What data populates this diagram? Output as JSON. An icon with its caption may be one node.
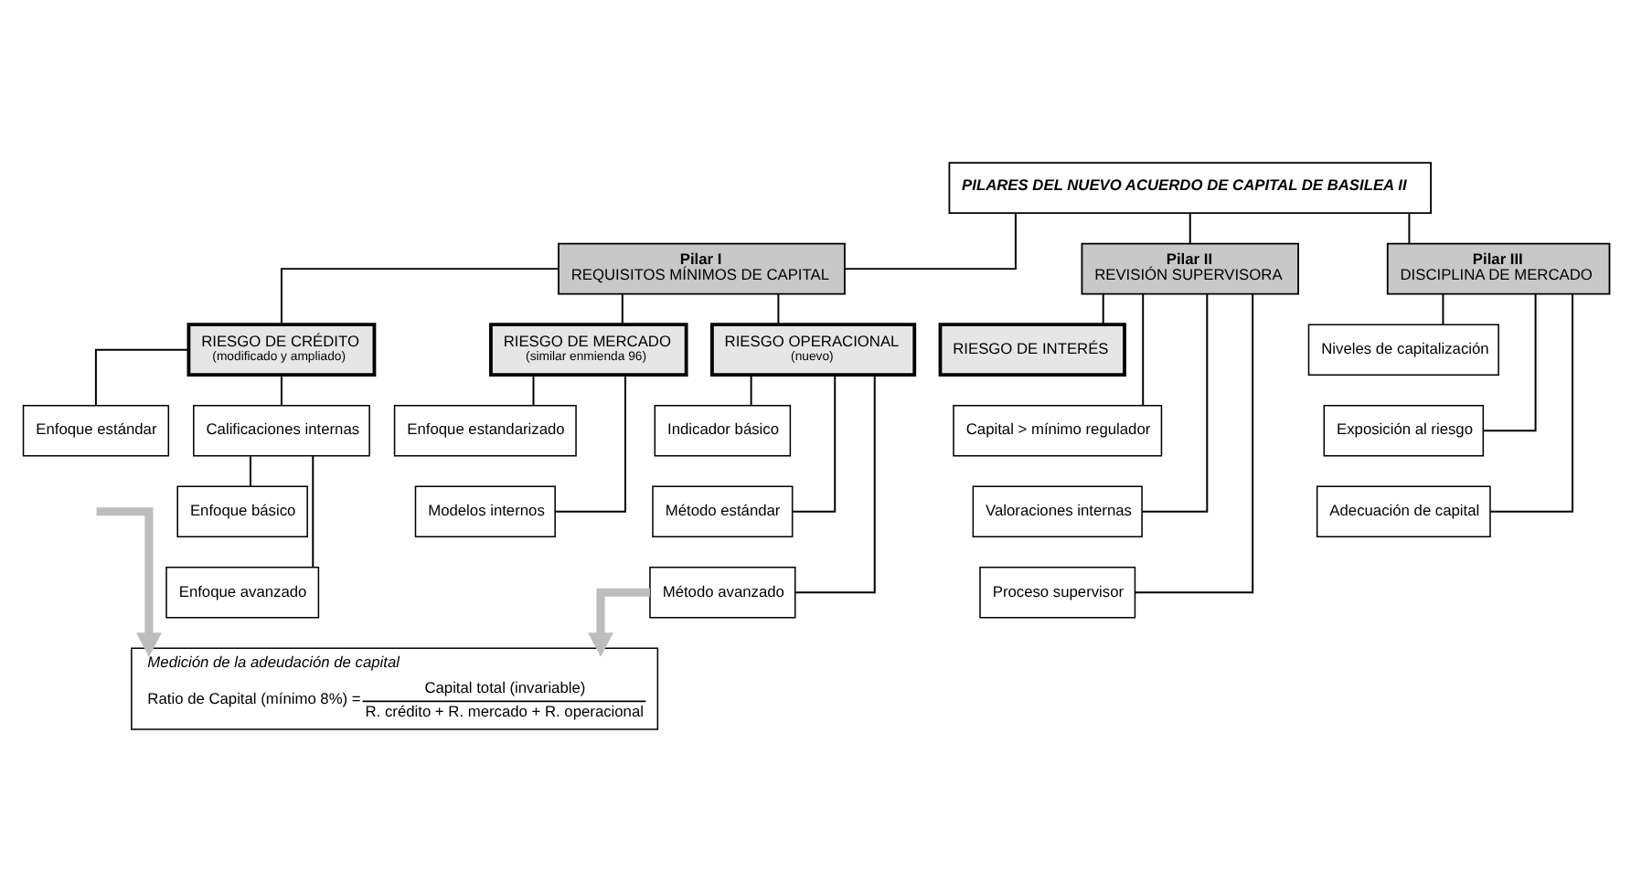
{
  "diagram": {
    "nodes": [
      {
        "text": [
          "PILARES DEL NUEVO ACUERDO DE CAPITAL DE BASILEA II"
        ]
      },
      {
        "text": [
          "Pilar I",
          "REQUISITOS MÍNIMOS DE CAPITAL"
        ]
      },
      {
        "text": [
          "Pilar II",
          "REVISIÓN SUPERVISORA"
        ]
      },
      {
        "text": [
          "Pilar III",
          "DISCIPLINA DE MERCADO"
        ]
      },
      {
        "text": [
          "RIESGO DE CRÉDITO",
          "(modificado y ampliado)"
        ]
      },
      {
        "text": [
          "RIESGO DE MERCADO",
          "(similar enmienda 96)"
        ]
      },
      {
        "text": [
          "RIESGO OPERACIONAL",
          "(nuevo)"
        ]
      },
      {
        "text": [
          "Enfoque estándar"
        ]
      },
      {
        "text": [
          "Calificaciones internas"
        ]
      },
      {
        "text": [
          "Enfoque básico"
        ]
      },
      {
        "text": [
          "Enfoque avanzado"
        ]
      },
      {
        "text": [
          "Enfoque estandarizado"
        ]
      },
      {
        "text": [
          "Modelos internos"
        ]
      },
      {
        "text": [
          "Indicador básico"
        ]
      },
      {
        "text": [
          "Método estándar"
        ]
      },
      {
        "text": [
          "Método avanzado"
        ]
      },
      {
        "text": [
          "RIESGO DE INTERÉS"
        ]
      },
      {
        "text": [
          "Capital > mínimo regulador"
        ]
      },
      {
        "text": [
          "Valoraciones internas"
        ]
      },
      {
        "text": [
          "Proceso supervisor"
        ]
      },
      {
        "text": [
          "Niveles de capitalización"
        ]
      },
      {
        "text": [
          "Exposición al riesgo"
        ]
      },
      {
        "text": [
          "Adecuación de capital"
        ]
      },
      {
        "text": [
          "Medición de la adeudación de capital",
          "Ratio de Capital (mínimo 8%) =",
          "Capital total (invariable)",
          "R. crédito + R. mercado + R. operacional"
        ]
      }
    ],
    "edges": [
      {
        "from": 0,
        "to": 1,
        "arrow": "none"
      },
      {
        "from": 0,
        "to": 2,
        "arrow": "none"
      },
      {
        "from": 0,
        "to": 3,
        "arrow": "none"
      },
      {
        "from": 1,
        "to": 4,
        "arrow": "none"
      },
      {
        "from": 1,
        "to": 5,
        "arrow": "none"
      },
      {
        "from": 1,
        "to": 6,
        "arrow": "none"
      },
      {
        "from": 4,
        "to": 7,
        "arrow": "none"
      },
      {
        "from": 4,
        "to": 8,
        "arrow": "none"
      },
      {
        "from": 8,
        "to": 9,
        "arrow": "none"
      },
      {
        "from": 8,
        "to": 10,
        "arrow": "none"
      },
      {
        "from": 5,
        "to": 11,
        "arrow": "none"
      },
      {
        "from": 5,
        "to": 12,
        "arrow": "none"
      },
      {
        "from": 6,
        "to": 13,
        "arrow": "none"
      },
      {
        "from": 6,
        "to": 14,
        "arrow": "none"
      },
      {
        "from": 6,
        "to": 15,
        "arrow": "none"
      },
      {
        "from": 2,
        "to": 16,
        "arrow": "none"
      },
      {
        "from": 2,
        "to": 17,
        "arrow": "none"
      },
      {
        "from": 2,
        "to": 18,
        "arrow": "none"
      },
      {
        "from": 2,
        "to": 19,
        "arrow": "none"
      },
      {
        "from": 3,
        "to": 20,
        "arrow": "none"
      },
      {
        "from": 3,
        "to": 21,
        "arrow": "none"
      },
      {
        "from": 3,
        "to": 22,
        "arrow": "none"
      },
      {
        "from": null,
        "to": 23,
        "arrow": "to",
        "style": "thick",
        "color": "#bdbdbd"
      },
      {
        "from": 15,
        "to": 23,
        "arrow": "to",
        "style": "thick",
        "color": "#bdbdbd"
      }
    ]
  }
}
